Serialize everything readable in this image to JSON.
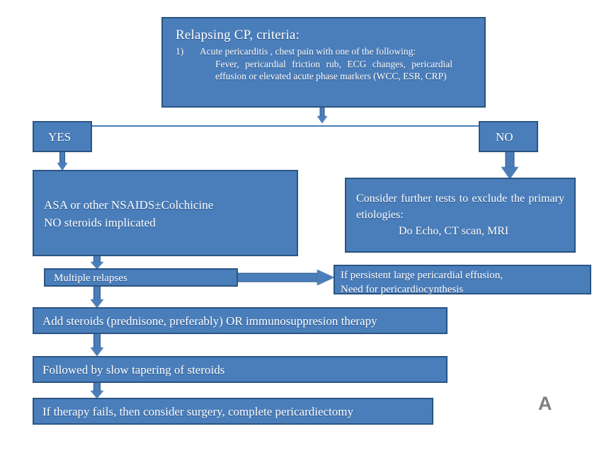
{
  "figure": {
    "panel_letter": "A",
    "colors": {
      "box_fill": "#4a7ebb",
      "box_border": "#2a5484",
      "box_text": "#ffffff",
      "connector": "#4a7ebb",
      "background": "#ffffff",
      "panel_letter_color": "#808080"
    }
  },
  "nodes": {
    "criteria": {
      "title": "Relapsing CP, criteria:",
      "item_number": "1)",
      "item_text": "Acute pericarditis , chest pain with one of the following:",
      "item_detail": "Fever, pericardial friction rub, ECG changes, pericardial effusion or elevated acute phase markers (WCC, ESR, CRP)"
    },
    "yes": {
      "label": "YES"
    },
    "no": {
      "label": "NO"
    },
    "asa": {
      "line1": "ASA or other NSAIDS±Colchicine",
      "line2": "NO steroids implicated"
    },
    "tests": {
      "line1": "Consider further tests to exclude the primary etiologies:",
      "line2": "Do Echo, CT scan, MRI"
    },
    "relapses": {
      "label": "Multiple relapses"
    },
    "effusion": {
      "line1": "If persistent large pericardial effusion,",
      "line2": "Need for pericardiocynthesis"
    },
    "add_steroids": {
      "label": "Add steroids (prednisone, preferably) OR immunosuppresion therapy"
    },
    "taper": {
      "label": "Followed by slow tapering of steroids"
    },
    "surgery": {
      "label": "If therapy fails, then consider surgery, complete pericardiectomy"
    }
  }
}
